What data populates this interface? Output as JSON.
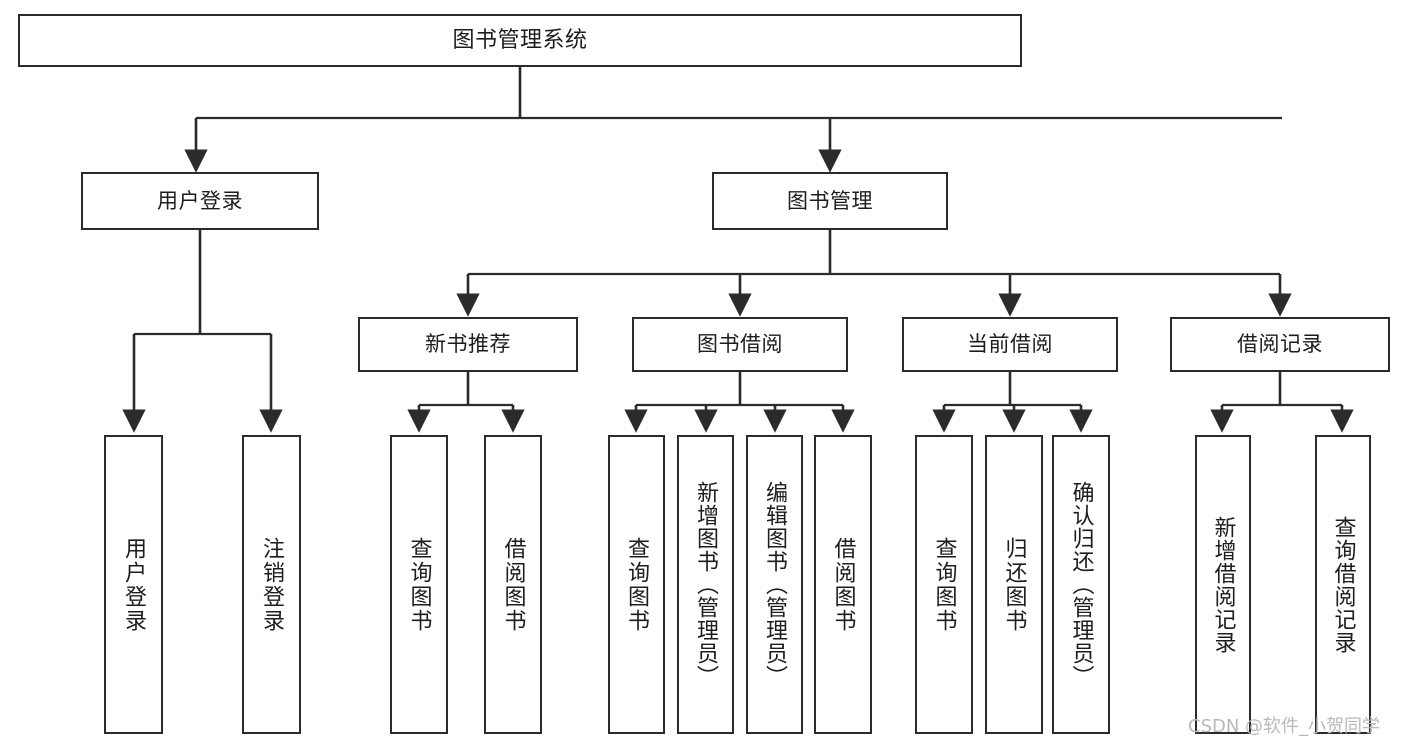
{
  "diagram": {
    "type": "tree-hierarchy",
    "title": "图书管理系统",
    "orientation": "top-down",
    "colors": {
      "box_border": "#2b2b2b",
      "box_fill": "#ffffff",
      "connector": "#2b2b2b",
      "text": "#1d1d1d",
      "watermark": "#b9b9b9"
    },
    "root": {
      "label": "图书管理系统"
    },
    "level1": [
      {
        "label": "用户登录"
      },
      {
        "label": "图书管理"
      }
    ],
    "level2": [
      {
        "label": "新书推荐"
      },
      {
        "label": "图书借阅"
      },
      {
        "label": "当前借阅"
      },
      {
        "label": "借阅记录"
      }
    ],
    "leaves": {
      "user_login": [
        {
          "label": "用户登录"
        },
        {
          "label": "注销登录"
        }
      ],
      "new_book_recommend": [
        {
          "label": "查询图书"
        },
        {
          "label": "借阅图书"
        }
      ],
      "book_borrow": [
        {
          "label": "查询图书"
        },
        {
          "label": "新增图书（管理员）"
        },
        {
          "label": "编辑图书（管理员）"
        },
        {
          "label": "借阅图书"
        }
      ],
      "current_borrow": [
        {
          "label": "查询图书"
        },
        {
          "label": "归还图书"
        },
        {
          "label": "确认归还（管理员）"
        }
      ],
      "borrow_record": [
        {
          "label": "新增借阅记录"
        },
        {
          "label": "查询借阅记录"
        }
      ]
    }
  },
  "watermark": {
    "text": "CSDN @软件_小贺同学"
  }
}
